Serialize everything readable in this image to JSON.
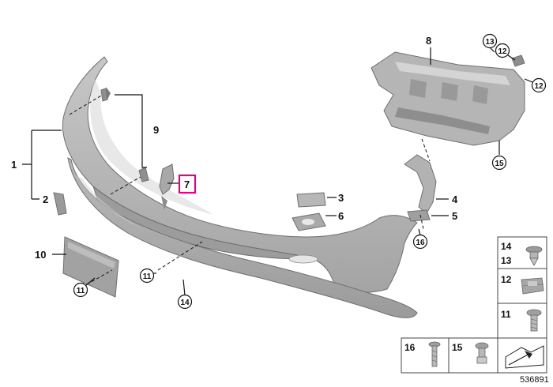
{
  "parts": {
    "p1": "1",
    "p2": "2",
    "p3": "3",
    "p4": "4",
    "p5": "5",
    "p6": "6",
    "p7": "7",
    "p8": "8",
    "p9": "9",
    "p10": "10",
    "p11a": "11",
    "p11b": "11",
    "p12a": "12",
    "p12b": "12",
    "p13": "13",
    "p14": "14",
    "p15": "15",
    "p16": "16"
  },
  "legend": {
    "l14": "14",
    "l13": "13",
    "l12": "12",
    "l11": "11",
    "l16": "16",
    "l15": "15"
  },
  "diagram_ref": "536891",
  "colors": {
    "part_fill": "#a9a9a9",
    "highlight": "#e2008a"
  }
}
